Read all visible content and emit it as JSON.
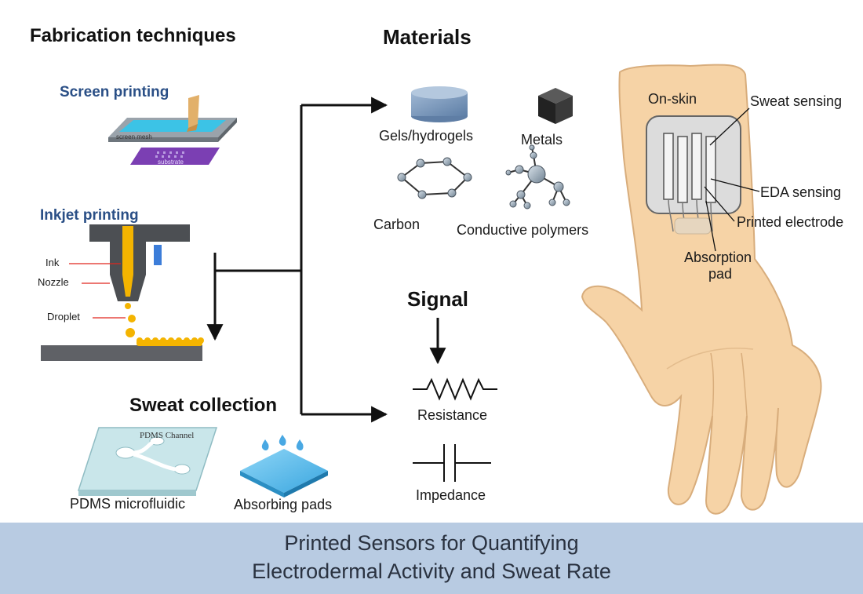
{
  "headings": {
    "fabrication": "Fabrication techniques",
    "materials": "Materials",
    "signal": "Signal",
    "sweat_collection": "Sweat collection"
  },
  "fabrication": {
    "screen_printing": "Screen printing",
    "screen_mesh": "screen mesh",
    "substrate": "substrate",
    "inkjet_printing": "Inkjet printing",
    "ink": "Ink",
    "nozzle": "Nozzle",
    "droplet": "Droplet"
  },
  "materials": {
    "gels": "Gels/hydrogels",
    "metals": "Metals",
    "carbon": "Carbon",
    "polymers": "Conductive polymers"
  },
  "signal": {
    "resistance": "Resistance",
    "impedance": "Impedance"
  },
  "sweat": {
    "pdms_channel": "PDMS Channel",
    "pdms": "PDMS microfluidic",
    "pads": "Absorbing pads"
  },
  "device": {
    "on_skin": "On-skin",
    "sweat_sensing": "Sweat sensing",
    "eda_sensing": "EDA sensing",
    "printed_electrode": "Printed electrode",
    "absorption_1": "Absorption",
    "absorption_2": "pad"
  },
  "banner": {
    "line1": "Printed Sensors for Quantifying",
    "line2": "Electrodermal Activity and Sweat Rate"
  },
  "colors": {
    "skin": "#f6d3a6",
    "skin_outline": "#d8ad7c",
    "banner": "#b8cbe2",
    "heading_blue": "#2a4f86",
    "ink_yellow": "#f4b400",
    "pad_blue": "#55b5e8"
  }
}
